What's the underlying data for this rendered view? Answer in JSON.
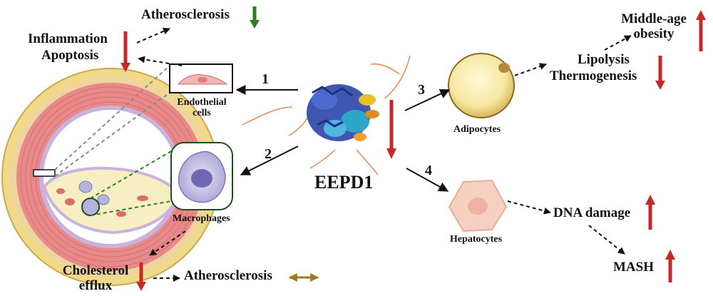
{
  "labels": {
    "atherosclerosis_top": "Atherosclerosis",
    "inflammation": "Inflammation",
    "apoptosis": "Apoptosis",
    "endothelial_cells": "Endothelial\ncells",
    "macrophages": "Macrophages",
    "cholesterol_efflux": "Cholesterol\nefflux",
    "atherosclerosis_bottom": "Atherosclerosis",
    "eepd1": "EEPD1",
    "adipocytes": "Adipocytes",
    "hepatocytes": "Hepatocytes",
    "middle_age_obesity": "Middle-age\nobesity",
    "lipolysis": "Lipolysis",
    "thermogenesis": "Thermogenesis",
    "dna_damage": "DNA damage",
    "mash": "MASH",
    "path_1": "1",
    "path_2": "2",
    "path_3": "3",
    "path_4": "4"
  },
  "indicators": [
    {
      "target": "atherosclerosis_top",
      "direction": "down",
      "color": "#2e7d1e"
    },
    {
      "target": "inflammation_apoptosis",
      "direction": "down",
      "color": "#c62828"
    },
    {
      "target": "eepd1",
      "direction": "down",
      "color": "#c62828"
    },
    {
      "target": "cholesterol_efflux",
      "direction": "down",
      "color": "#c62828"
    },
    {
      "target": "atherosclerosis_bottom",
      "direction": "both",
      "color": "#a07a1a"
    },
    {
      "target": "middle_age_obesity",
      "direction": "up",
      "color": "#c62828"
    },
    {
      "target": "lipolysis_thermogenesis",
      "direction": "down",
      "color": "#c62828"
    },
    {
      "target": "dna_damage",
      "direction": "up",
      "color": "#c62828"
    },
    {
      "target": "mash",
      "direction": "up",
      "color": "#c62828"
    }
  ],
  "colors": {
    "arrow": "#111111",
    "down": "#c62828",
    "up": "#c62828",
    "green": "#2e7d1e",
    "neutral": "#a07a1a",
    "vessel_outer": "#f0d98a",
    "vessel_wall": "#e88a8a",
    "intima": "#c9b3dd",
    "plaque": "#f7efc4"
  }
}
